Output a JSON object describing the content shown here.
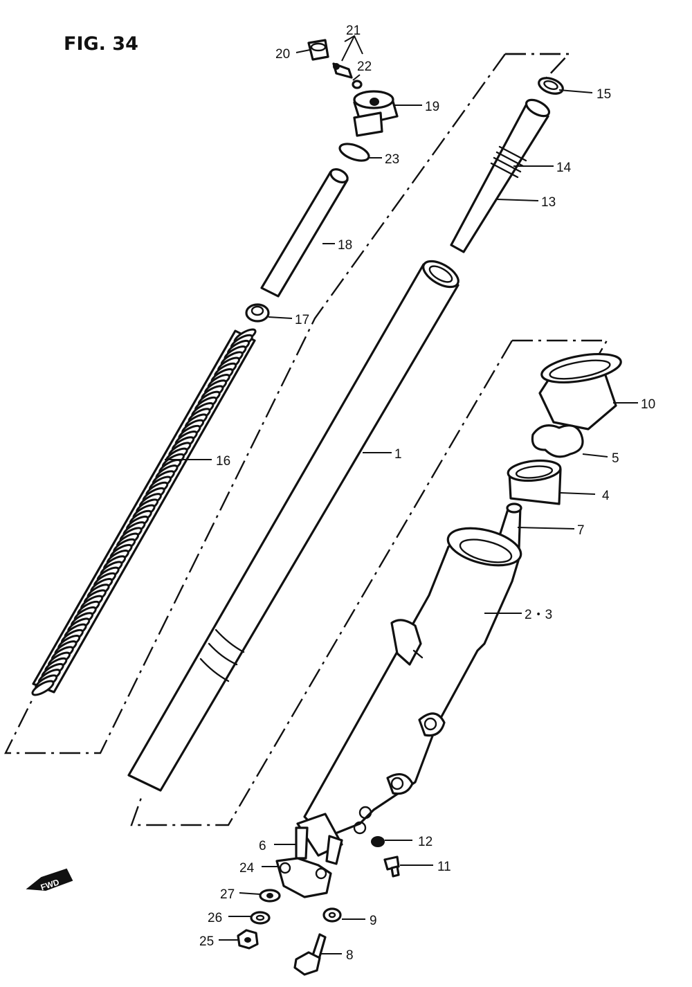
{
  "figure": {
    "title": "FIG. 34"
  },
  "callouts": {
    "p1": "1",
    "p2_3": "2・3",
    "p4": "4",
    "p5": "5",
    "p6": "6",
    "p7": "7",
    "p8": "8",
    "p9": "9",
    "p10": "10",
    "p11": "11",
    "p12": "12",
    "p13": "13",
    "p14": "14",
    "p15": "15",
    "p16": "16",
    "p17": "17",
    "p18": "18",
    "p19": "19",
    "p20": "20",
    "p21": "21",
    "p22": "22",
    "p23": "23",
    "p24": "24",
    "p25": "25",
    "p26": "26",
    "p27": "27"
  },
  "direction_indicator": {
    "label": "FWD",
    "icon": "forward-arrow-icon"
  }
}
